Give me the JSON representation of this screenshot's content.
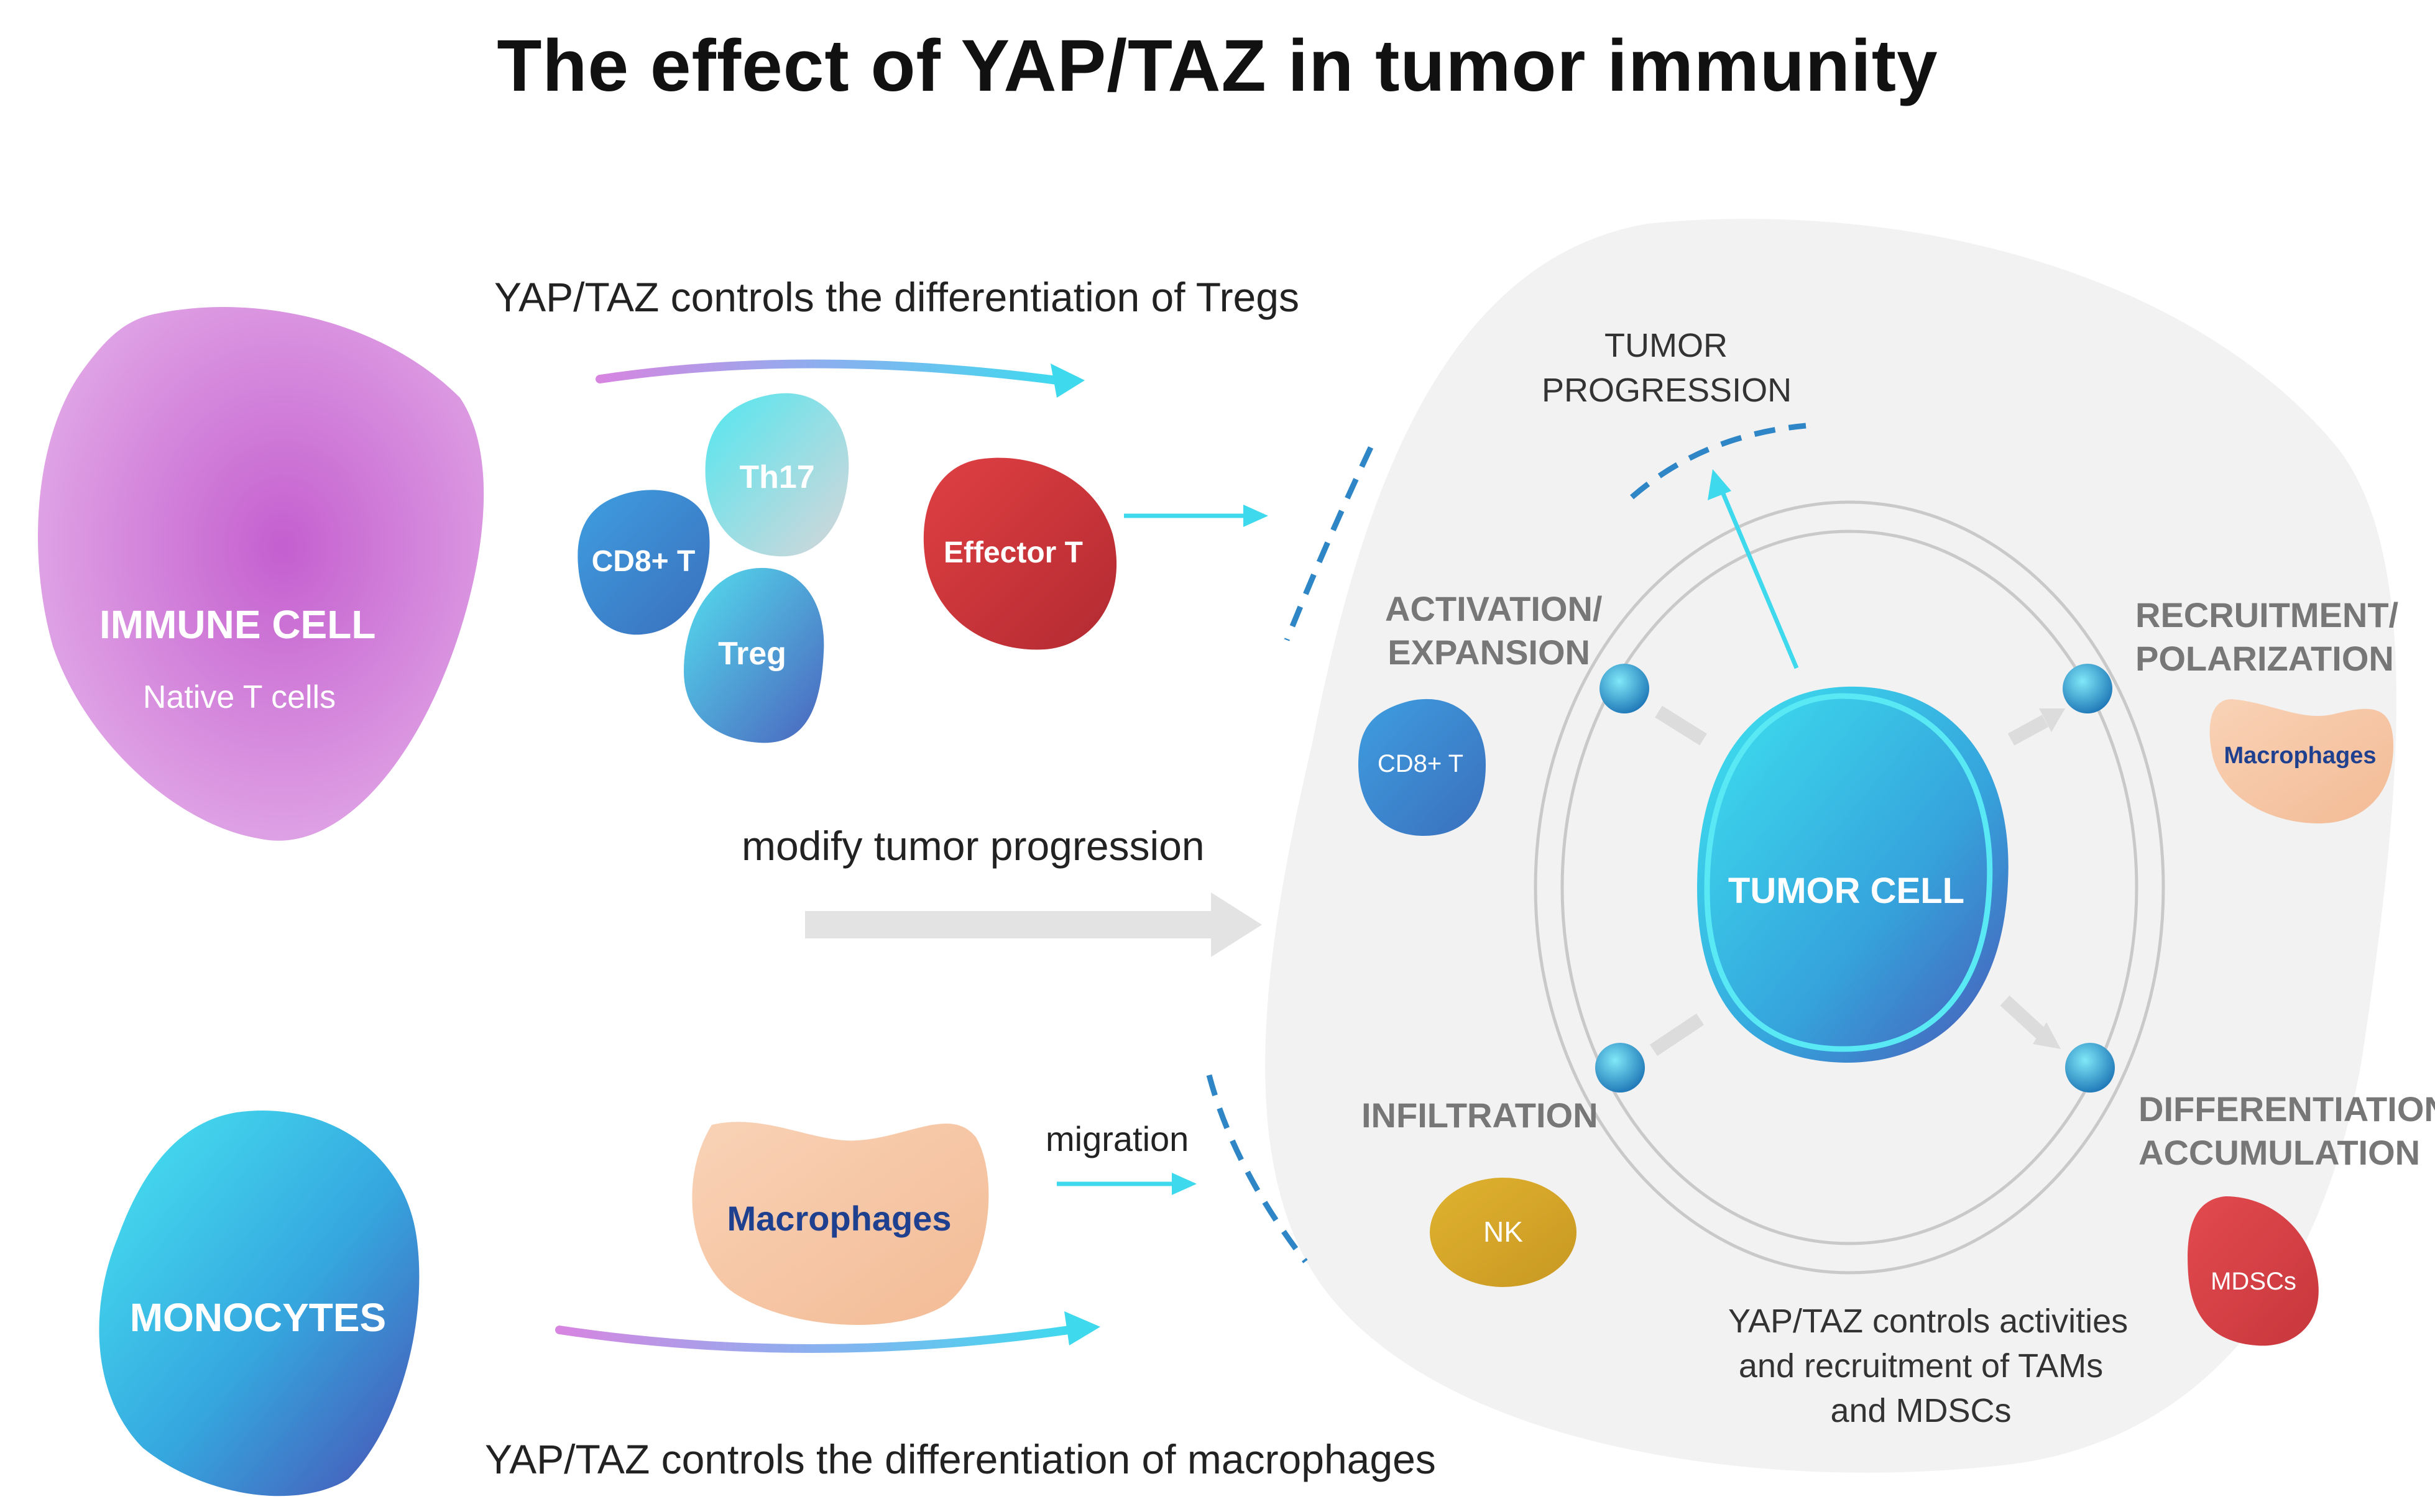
{
  "title": "The effect of YAP/TAZ in tumor immunity",
  "left": {
    "immune_cell": {
      "label": "IMMUNE CELL",
      "sub": "Native T cells"
    },
    "monocytes": {
      "label": "MONOCYTES"
    }
  },
  "middle": {
    "tregs_caption": "YAP/TAZ controls the differentiation of Tregs",
    "cells": {
      "th17": "Th17",
      "cd8": "CD8+ T",
      "treg": "Treg",
      "effector": "Effector T"
    },
    "modify_caption": "modify tumor progression",
    "macrophages": "Macrophages",
    "migration": "migration",
    "macrophage_caption": "YAP/TAZ controls the differentiation of macrophages"
  },
  "right": {
    "tumor_progression": [
      "TUMOR",
      "PROGRESSION"
    ],
    "activation": [
      "ACTIVATION/",
      "EXPANSION"
    ],
    "recruitment": [
      "RECRUITMENT/",
      "POLARIZATION"
    ],
    "infiltration": "INFILTRATION",
    "differentiation": [
      "DIFFERENTIATION/",
      "ACCUMULATION"
    ],
    "tumor_cell": "TUMOR CELL",
    "cd8": "CD8+ T",
    "macrophages": "Macrophages",
    "nk": "NK",
    "mdscs": "MDSCs",
    "tams_caption": [
      "YAP/TAZ controls activities",
      "and recruitment of TAMs",
      "and MDSCs"
    ]
  },
  "colors": {
    "purple": "#c564d2",
    "cyan": "#3fd9e8",
    "blue": "#3d7fc8",
    "red": "#d2373d",
    "peach": "#f7c9a8",
    "gold": "#d4a526",
    "navy": "#1f3f8f"
  }
}
